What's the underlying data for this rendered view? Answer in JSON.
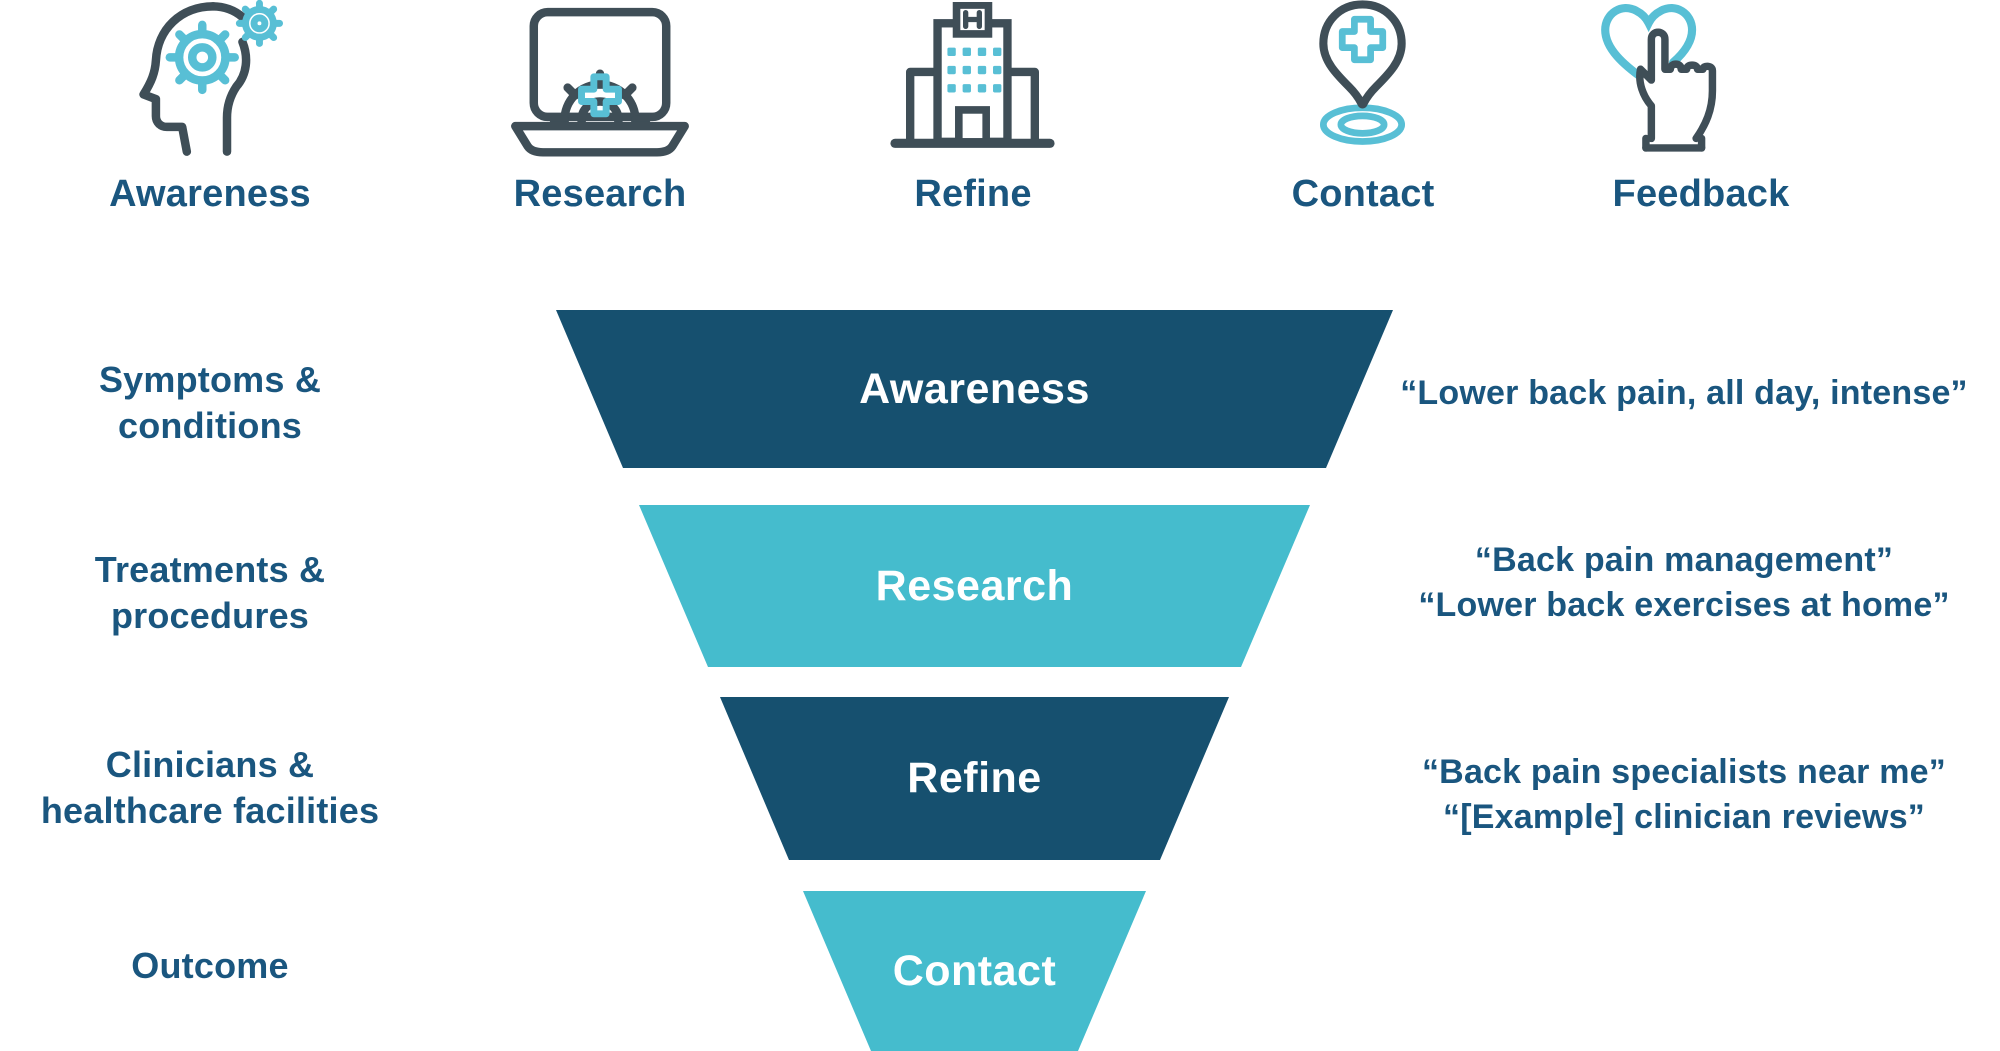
{
  "colors": {
    "funnel_navy": "#16506F",
    "funnel_teal": "#45BCCD",
    "text_navy": "#1A567F",
    "icon_slate": "#3F4E57",
    "icon_teal": "#58BFD5",
    "band_label_white": "#FFFFFF"
  },
  "top_stages": [
    {
      "label": "Awareness",
      "icon": "head-gears-icon"
    },
    {
      "label": "Research",
      "icon": "laptop-gear-icon"
    },
    {
      "label": "Refine",
      "icon": "hospital-icon"
    },
    {
      "label": "Contact",
      "icon": "location-pin-icon"
    },
    {
      "label": "Feedback",
      "icon": "heart-click-icon"
    }
  ],
  "funnel": {
    "stages": [
      {
        "label": "Awareness",
        "color": "funnel_navy"
      },
      {
        "label": "Research",
        "color": "funnel_teal"
      },
      {
        "label": "Refine",
        "color": "funnel_navy"
      },
      {
        "label": "Contact",
        "color": "funnel_teal"
      }
    ]
  },
  "left_labels": [
    {
      "line1": "Symptoms &",
      "line2": "conditions"
    },
    {
      "line1": "Treatments &",
      "line2": "procedures"
    },
    {
      "line1": "Clinicians &",
      "line2": "healthcare facilities"
    },
    {
      "line1": "Outcome",
      "line2": ""
    }
  ],
  "right_quotes": [
    {
      "lines": [
        "“Lower back pain, all day, intense”"
      ]
    },
    {
      "lines": [
        "“Back pain management”",
        "“Lower back exercises at home”"
      ]
    },
    {
      "lines": [
        "“Back pain specialists near me”",
        "“[Example] clinician reviews”"
      ]
    }
  ]
}
